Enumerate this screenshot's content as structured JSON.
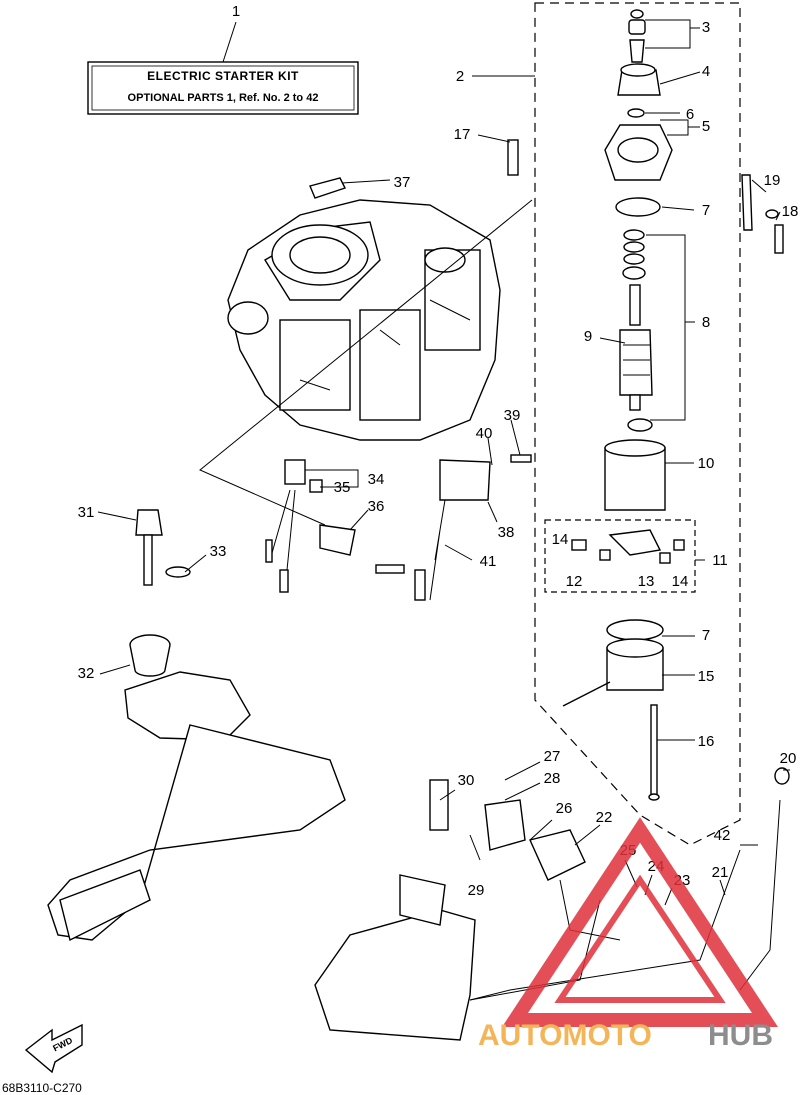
{
  "kit_label": {
    "title": "ELECTRIC  STARTER KIT",
    "subtitle": "OPTIONAL PARTS 1, Ref. No. 2 to 42"
  },
  "callouts": [
    "1",
    "2",
    "3",
    "4",
    "5",
    "6",
    "7",
    "7",
    "8",
    "9",
    "10",
    "11",
    "12",
    "13",
    "14",
    "14",
    "15",
    "16",
    "17",
    "18",
    "19",
    "20",
    "21",
    "22",
    "23",
    "24",
    "25",
    "26",
    "27",
    "28",
    "29",
    "30",
    "31",
    "32",
    "33",
    "34",
    "35",
    "36",
    "37",
    "38",
    "39",
    "40",
    "41",
    "42"
  ],
  "fwd_label": "FWD",
  "diagram_code": "68B3110-C270",
  "watermark": {
    "part1": "AUTOMOTO",
    "part2": "HUB",
    "color1": "#f2a93b",
    "color2": "#7a7a7a",
    "triangle_color": "#e0303a"
  }
}
